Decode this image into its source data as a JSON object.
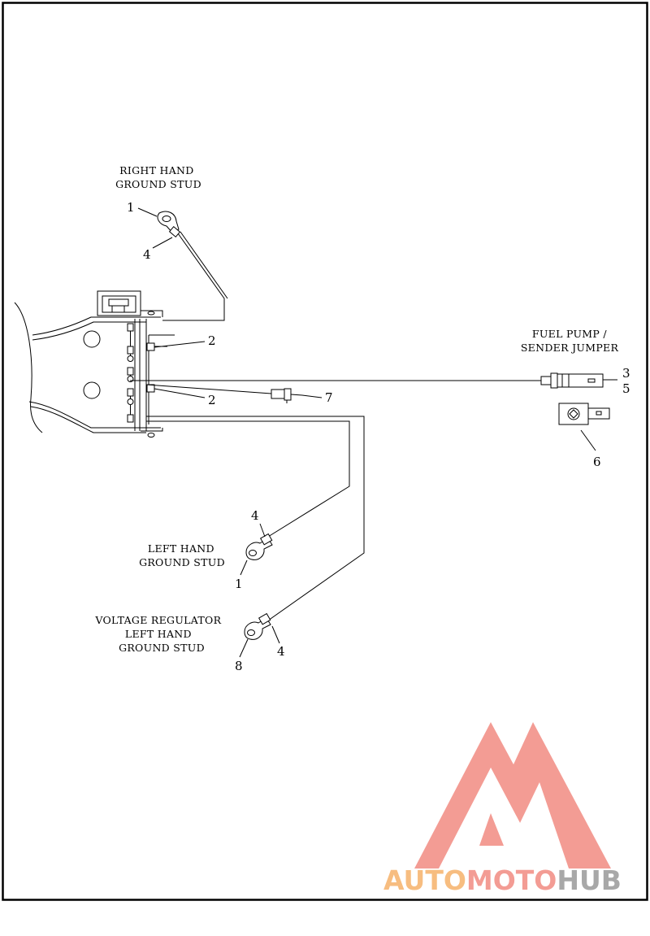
{
  "labels": {
    "right_hand": [
      "RIGHT HAND",
      "GROUND STUD"
    ],
    "fuel_pump": [
      "FUEL PUMP /",
      "SENDER JUMPER"
    ],
    "left_hand": [
      "LEFT HAND",
      "GROUND STUD"
    ],
    "voltage_regulator": [
      "VOLTAGE REGULATOR",
      "LEFT HAND",
      "GROUND STUD"
    ]
  },
  "callouts": {
    "rh_ring": "1",
    "rh_sleeve": "4",
    "clip_upper": "2",
    "clip_lower": "2",
    "connector_3": "3",
    "connector_5": "5",
    "terminal_6": "6",
    "connector_7": "7",
    "lh_sleeve": "4",
    "lh_ring": "1",
    "vr_ring": "8",
    "vr_sleeve": "4"
  },
  "watermark": {
    "part1": "AUTO",
    "part2": "MOTO",
    "part3": "HUB",
    "color1": "#f6b26b",
    "color2": "#f28b82",
    "color3": "#9a9a9a"
  }
}
